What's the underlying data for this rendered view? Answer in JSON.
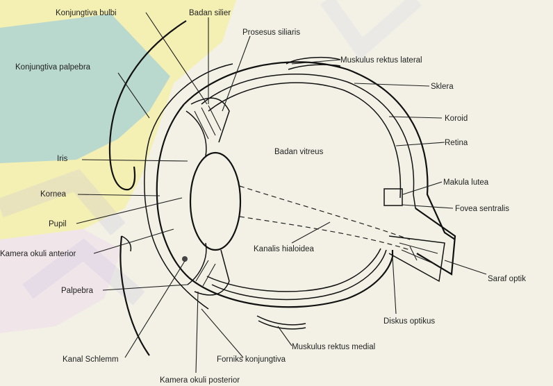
{
  "labels": {
    "konjungtiva_bulbi": "Konjungtiva bulbi",
    "badan_silier": "Badan silier",
    "prosesus_siliaris": "Prosesus siliaris",
    "muskulus_rektus_lateral": "Muskulus rektus lateral",
    "konjungtiva_palpebra": "Konjungtiva palpebra",
    "sklera": "Sklera",
    "koroid": "Koroid",
    "retina": "Retina",
    "badan_vitreus": "Badan vitreus",
    "iris": "Iris",
    "makula_lutea": "Makula  lutea",
    "kornea": "Kornea",
    "fovea_sentralis": "Fovea sentralis",
    "pupil": "Pupil",
    "kamera_okuli_anterior": "Kamera okuli anterior",
    "kanalis_hialoidea": "Kanalis hialoidea",
    "saraf_optik": "Saraf optik",
    "palpebra": "Palpebra",
    "diskus_optikus": "Diskus optikus",
    "muskulus_rektus_medial": "Muskulus rektus medial",
    "kanal_schlemm": "Kanal Schlemm",
    "forniks_konjungtiva": "Forniks konjungtiva",
    "kamera_okuli_posterior": "Kamera okuli posterior"
  },
  "colors": {
    "background": "#f3f1e6",
    "yellow_patch": "#f4efb2",
    "teal_patch": "#b9d9cf",
    "ink": "#1f1f1f"
  }
}
